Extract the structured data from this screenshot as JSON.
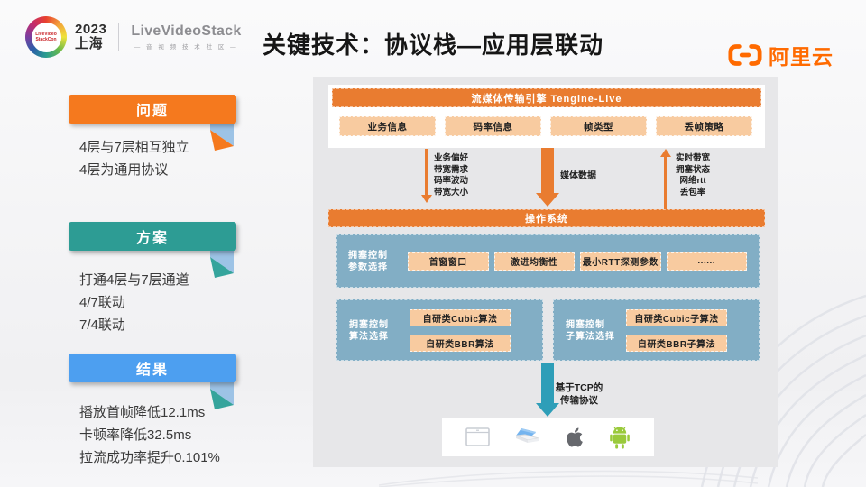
{
  "slide": {
    "title": "关键技术：协议栈—应用层联动",
    "brand": {
      "conf_badge": "LiveVideo StackCon",
      "conf_year": "2023",
      "conf_city": "上海",
      "community_name": "LiveVideoStack",
      "community_tagline": "— 音 视 频 技 术 社 区 —",
      "vendor": "阿里云",
      "vendor_color": "#FF6A00"
    }
  },
  "sections": [
    {
      "label": "问题",
      "accent": "#F5791E",
      "fold": "#F5791E",
      "items": [
        "4层与7层相互独立",
        "4层为通用协议"
      ]
    },
    {
      "label": "方案",
      "accent": "#2D9C94",
      "fold": "#35A49C",
      "items": [
        "打通4层与7层通道",
        "4/7联动",
        "7/4联动"
      ]
    },
    {
      "label": "结果",
      "accent": "#4D9FF0",
      "fold": "#35A49C",
      "items": [
        "播放首帧降低12.1ms",
        "卡顿率降低32.5ms",
        "拉流成功率提升0.101%"
      ]
    }
  ],
  "diagram": {
    "engine_bar": "流媒体传输引擎 Tengine-Live",
    "engine_items": [
      "业务信息",
      "码率信息",
      "帧类型",
      "丢帧策略"
    ],
    "down_arrow_labels": [
      "业务偏好",
      "带宽需求",
      "码率波动",
      "带宽大小"
    ],
    "media_arrow_label": "媒体数据",
    "up_arrow_labels": [
      "实时带宽",
      "拥塞状态",
      "网络rtt",
      "丢包率"
    ],
    "os_bar": "操作系统",
    "param_select": {
      "label_line1": "拥塞控制",
      "label_line2": "参数选择",
      "items": [
        "首窗窗口",
        "激进均衡性",
        "最小RTT探测参数",
        "......"
      ]
    },
    "algo_select": {
      "label_line1": "拥塞控制",
      "label_line2": "算法选择",
      "items": [
        "自研类Cubic算法",
        "自研类BBR算法"
      ]
    },
    "sub_algo_select": {
      "label_line1": "拥塞控制",
      "label_line2": "子算法选择",
      "items": [
        "自研类Cubic子算法",
        "自研类BBR子算法"
      ]
    },
    "tcp_label_line1": "基于TCP的",
    "tcp_label_line2": "传输协议",
    "platform_icons": [
      "window",
      "laptop",
      "apple",
      "android"
    ],
    "colors": {
      "orange": "#E97C30",
      "tan": "#F8CBA0",
      "steel_blue": "#82AEC5",
      "teal_arrow": "#2E9EB8",
      "panel": "#E7E7E9",
      "tail_blue": "#9DC3E6"
    }
  }
}
